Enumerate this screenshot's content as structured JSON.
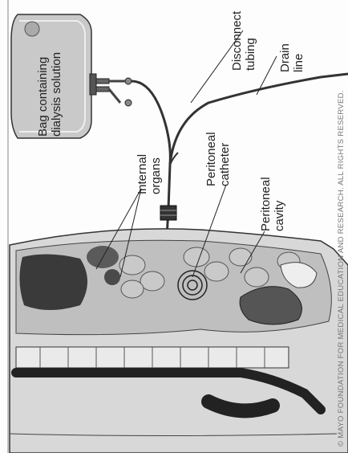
{
  "labels": {
    "bag": [
      "Bag containing",
      "dialysis solution"
    ],
    "disconnect": [
      "Disconnect",
      "tubing"
    ],
    "drain": [
      "Drain",
      "line"
    ],
    "organs": [
      "Internal",
      "organs"
    ],
    "catheter": [
      "Peritoneal",
      "catheter"
    ],
    "cavity": [
      "Peritoneal",
      "cavity"
    ]
  },
  "copyright": "© MAYO FOUNDATION FOR MEDICAL EDUCATION AND RESEARCH. ALL RIGHTS RESERVED.",
  "colors": {
    "ink": "#222222",
    "skin": "#d6d6d6",
    "organ": "#c2c2c2",
    "dark": "#3a3a3a"
  }
}
